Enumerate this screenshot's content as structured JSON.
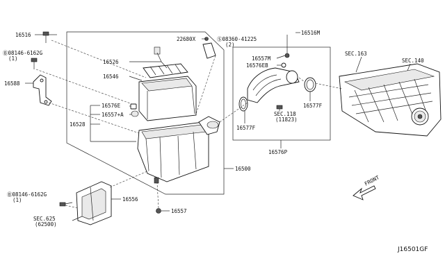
{
  "labels": {
    "p16516": "16516",
    "p08146_top": "Ⓑ08146-6162G",
    "p08146_top_qty": "(1)",
    "p16588": "16588",
    "p16526": "16526",
    "p16546": "16546",
    "p16576E": "16576E",
    "p16557A": "16557+A",
    "p16528": "16528",
    "p22680X": "22680X",
    "p08360": "Ⓢ08360-41225",
    "p08360_qty": "(2)",
    "p16516M": "16516M",
    "p16557M": "16557M",
    "p16576EB": "16576EB",
    "sec118": "SEC.118",
    "sec118_sub": "(11823)",
    "p16577F_left": "16577F",
    "p16577F_right": "16577F",
    "p16576P": "16576P",
    "sec163": "SEC.163",
    "sec140": "SEC.140",
    "p16500": "16500",
    "p08146_bot": "Ⓑ08146-6162G",
    "p08146_bot_qty": "(1)",
    "p16556": "16556",
    "p16557": "16557",
    "sec625": "SEC.625",
    "sec625_sub": "(62500)",
    "front": "FRONT",
    "diagram_id": "J16501GF"
  }
}
